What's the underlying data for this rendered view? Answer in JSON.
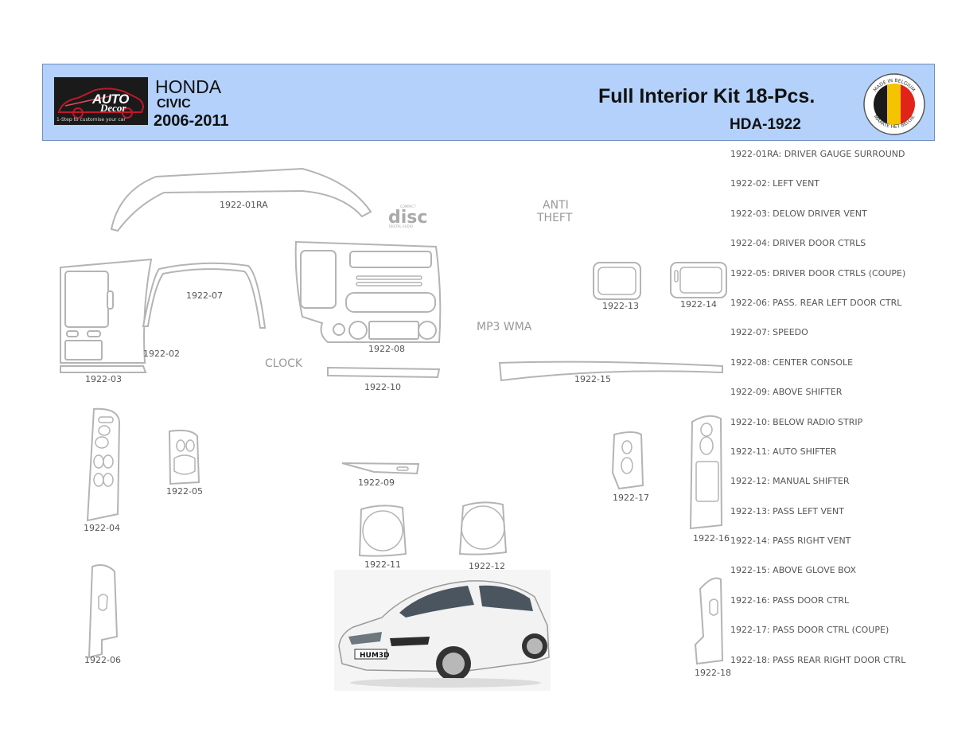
{
  "header": {
    "logo": {
      "main": "AUTO",
      "sub": "Decor",
      "tagline": "1-Step to customise your car"
    },
    "make": "HONDA",
    "model": "CIVIC",
    "years": "2006-2011",
    "kit_title": "Full Interior Kit 18-Pcs.",
    "kit_code": "HDA-1922",
    "badge": {
      "top_text": "MADE IN BELGIUM",
      "bottom_text": "MAAKTE HET BELGIE",
      "colors": [
        "#1a1a1a",
        "#f5c400",
        "#e2231a"
      ]
    }
  },
  "diagram": {
    "part_labels": {
      "p01": "1922-01RA",
      "p02": "1922-02",
      "p03": "1922-03",
      "p04": "1922-04",
      "p05": "1922-05",
      "p06": "1922-06",
      "p07": "1922-07",
      "p08": "1922-08",
      "p09": "1922-09",
      "p10": "1922-10",
      "p11": "1922-11",
      "p12": "1922-12",
      "p13": "1922-13",
      "p14": "1922-14",
      "p15": "1922-15",
      "p16": "1922-16",
      "p17": "1922-17",
      "p18": "1922-18"
    },
    "decorations": {
      "disc_small": "COMPACT",
      "disc": "disc",
      "disc_sub": "DIGITAL AUDIO",
      "anti": "ANTI",
      "theft": "THEFT",
      "mp3": "MP3 WMA",
      "clock": "CLOCK"
    }
  },
  "legend": [
    "1922-01RA: DRIVER GAUGE SURROUND",
    "1922-02: LEFT VENT",
    "1922-03: DELOW DRIVER VENT",
    "1922-04: DRIVER DOOR CTRLS",
    "1922-05: DRIVER DOOR CTRLS (COUPE)",
    "1922-06: PASS. REAR LEFT DOOR CTRL",
    "1922-07: SPEEDO",
    "1922-08: CENTER CONSOLE",
    "1922-09: ABOVE SHIFTER",
    "1922-10: BELOW RADIO STRIP",
    "1922-11: AUTO SHIFTER",
    "1922-12: MANUAL SHIFTER",
    "1922-13: PASS LEFT VENT",
    "1922-14: PASS RIGHT VENT",
    "1922-15: ABOVE GLOVE BOX",
    "1922-16: PASS DOOR CTRL",
    "1922-17: PASS DOOR CTRL (COUPE)",
    "1922-18: PASS REAR RIGHT DOOR CTRL"
  ],
  "car_image": {
    "plate": "HUM3D"
  }
}
